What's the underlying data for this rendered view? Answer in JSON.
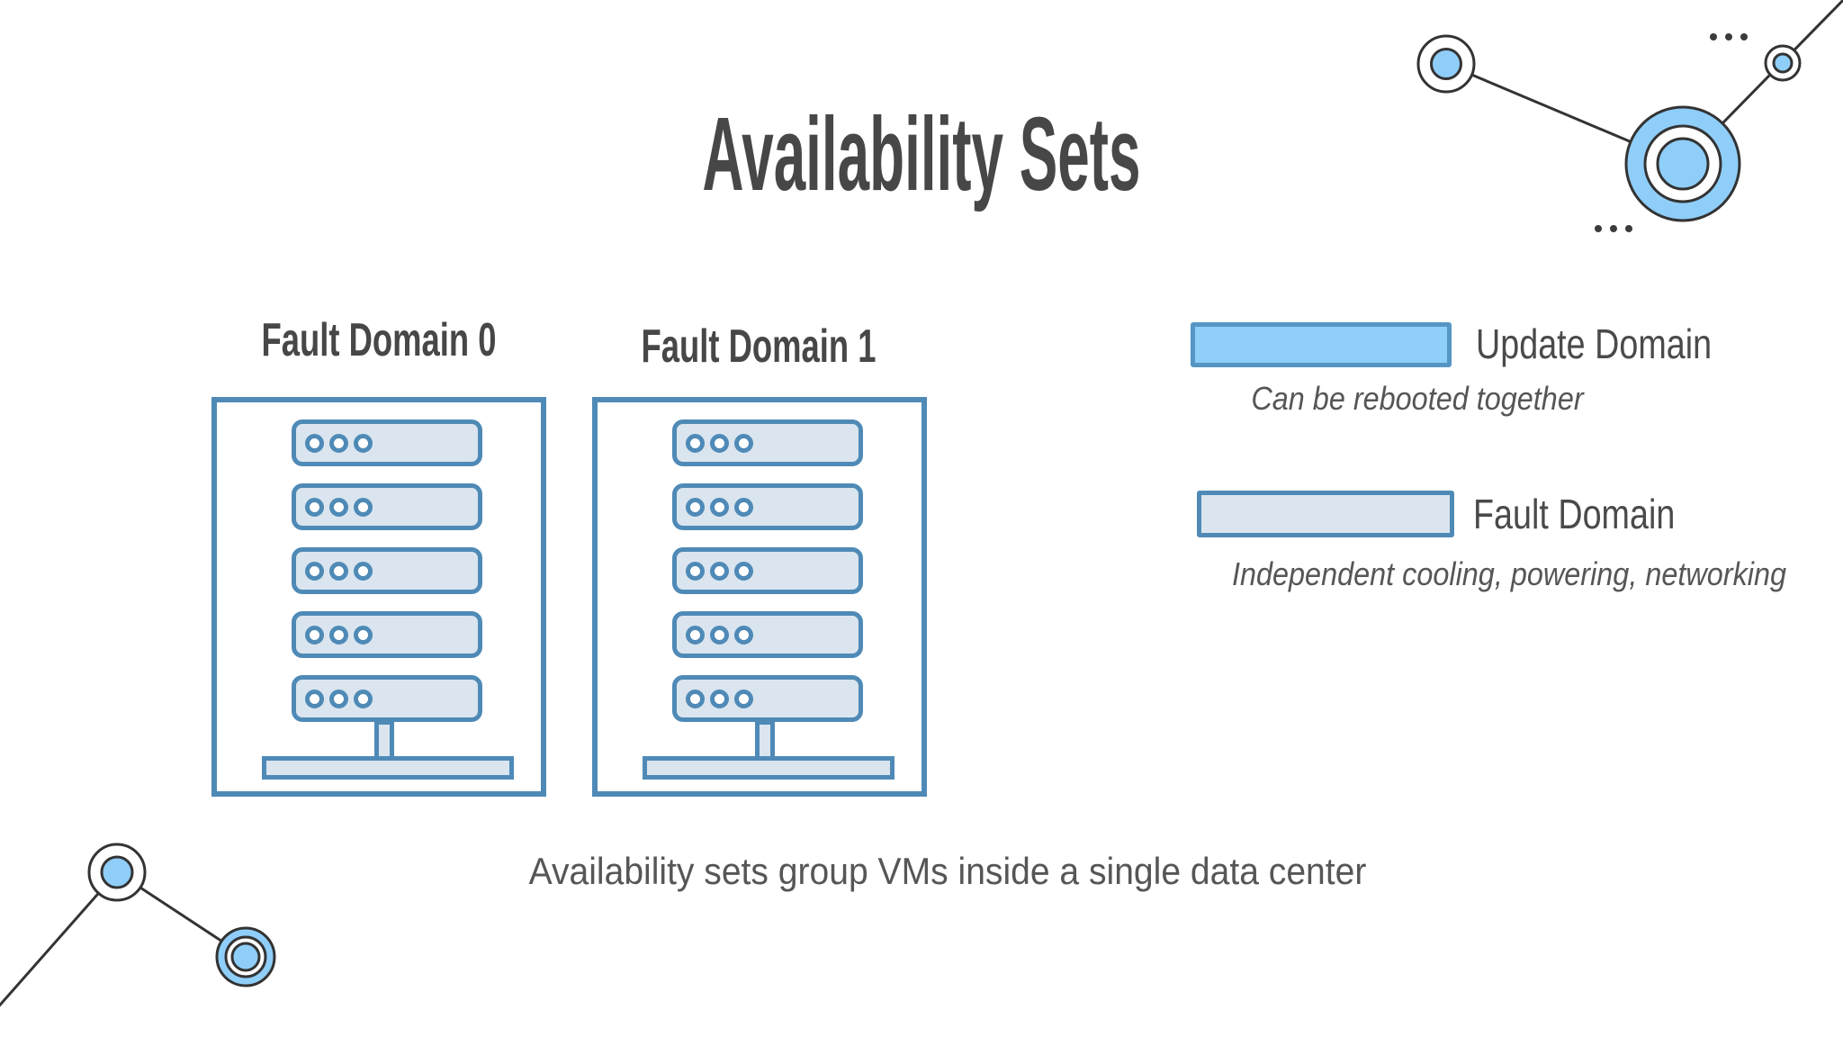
{
  "slide": {
    "title": "Availability Sets",
    "caption": "Availability sets group VMs inside a single data center"
  },
  "racks": [
    {
      "label": "Fault Domain 0",
      "server_count": 5,
      "leds_per_server": 3
    },
    {
      "label": "Fault Domain 1",
      "server_count": 5,
      "leds_per_server": 3
    }
  ],
  "legend": [
    {
      "id": "update-domain",
      "label": "Update Domain",
      "description": "Can be rebooted together",
      "swatch_fill": "#8FCEF9",
      "swatch_border": "#5596C5"
    },
    {
      "id": "fault-domain",
      "label": "Fault Domain",
      "description": "Independent cooling, powering, networking",
      "swatch_fill": "#DAE5EF",
      "swatch_border": "#4F8AB7"
    }
  ],
  "colors": {
    "accent_blue": "#8FCEF9",
    "server_fill": "#DAE5EF",
    "outline_blue": "#4F8AB7",
    "text_dark": "#474747",
    "text_gray": "#565656",
    "decoration_outline": "#333333",
    "dot_gray": "#3B3B3B"
  }
}
